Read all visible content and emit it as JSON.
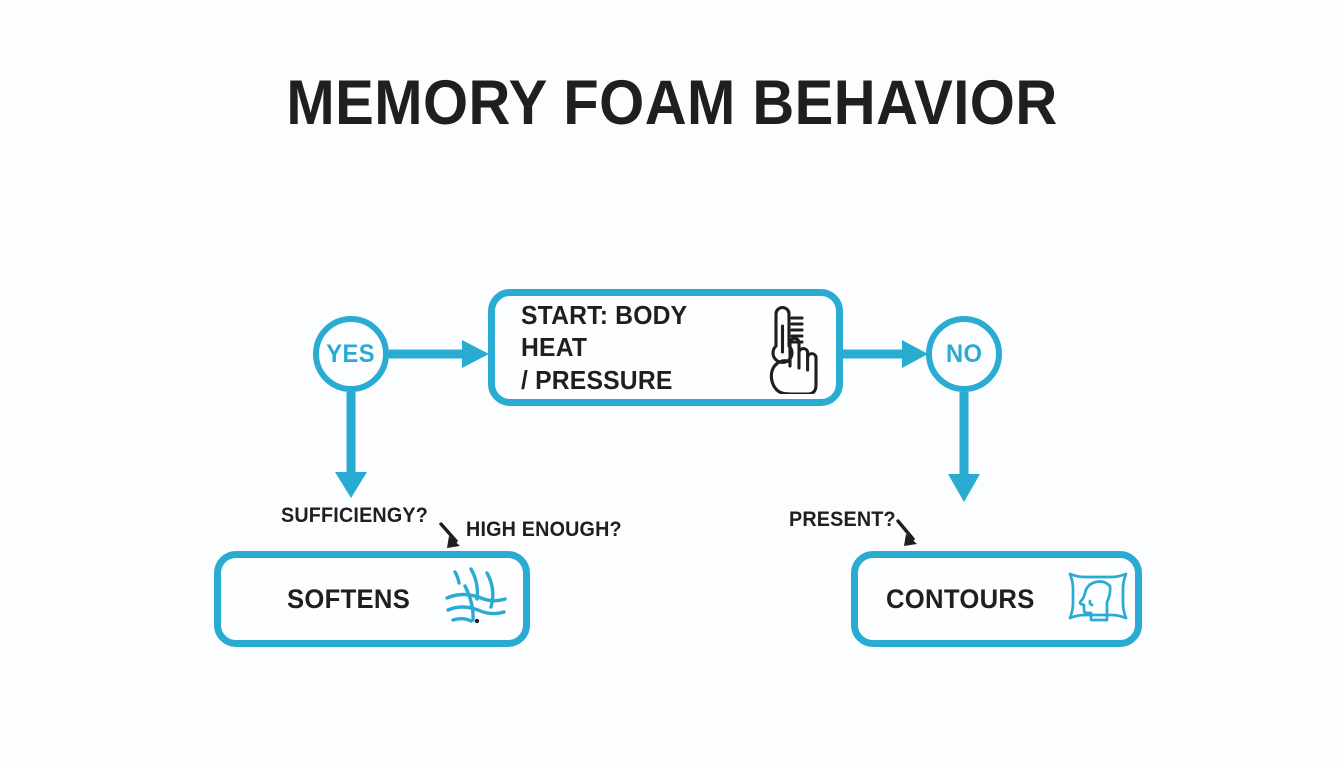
{
  "page": {
    "title": "MEMORY FOAM BEHAVIOR",
    "background_color": "#fcfdfe",
    "accent_color": "#2aabd2",
    "text_color": "#1f1f1f"
  },
  "diagram": {
    "type": "flowchart",
    "nodes": {
      "start": {
        "label": "START: BODY HEAT\n/ PRESSURE",
        "shape": "rounded-rectangle",
        "icon": "thermometer-hand-icon"
      },
      "yes": {
        "label": "YES",
        "shape": "circle"
      },
      "no": {
        "label": "NO",
        "shape": "circle"
      },
      "softens": {
        "label": "SOFTENS",
        "shape": "rounded-rectangle",
        "icon": "foam-fibers-icon"
      },
      "contours": {
        "label": "CONTOURS",
        "shape": "rounded-rectangle",
        "icon": "pillow-head-icon"
      }
    },
    "edge_labels": {
      "sufficiency": "SUFFICIENGY?",
      "high_enough": "HIGH ENOUGH?",
      "present": "PRESENT?"
    },
    "edges": [
      {
        "from": "yes",
        "to": "start",
        "direction": "right"
      },
      {
        "from": "start",
        "to": "no",
        "direction": "right"
      },
      {
        "from": "yes",
        "to": "softens",
        "direction": "down"
      },
      {
        "from": "no",
        "to": "contours",
        "direction": "down"
      }
    ]
  }
}
